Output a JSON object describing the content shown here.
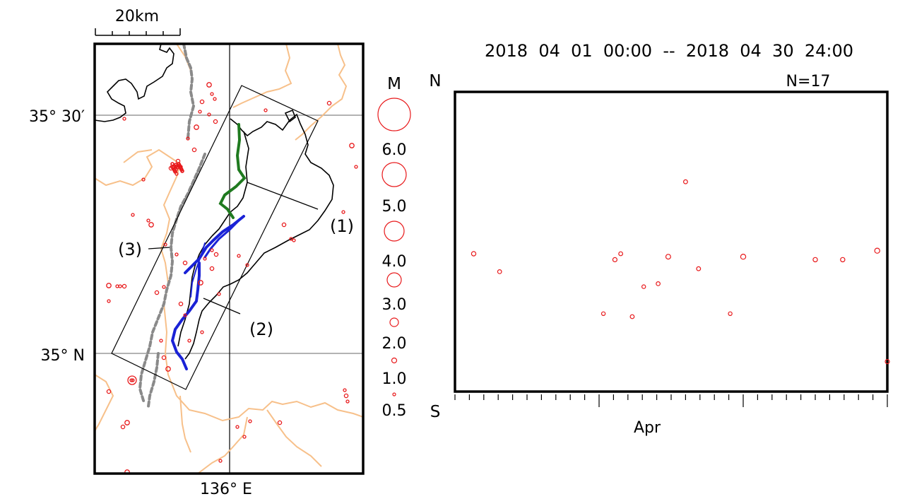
{
  "scale_bar": {
    "label": "20km"
  },
  "map": {
    "lat_labels": [
      "35° 30′",
      "35° N"
    ],
    "lon_labels": [
      "136° E"
    ],
    "line_labels": [
      "(1)",
      "(2)",
      "(3)"
    ]
  },
  "magnitude_legend": {
    "title": "M",
    "entries": [
      {
        "label": "6.0",
        "magnitude": 6.0
      },
      {
        "label": "5.0",
        "magnitude": 5.0
      },
      {
        "label": "4.0",
        "magnitude": 4.0
      },
      {
        "label": "3.0",
        "magnitude": 3.0
      },
      {
        "label": "2.0",
        "magnitude": 2.0
      },
      {
        "label": "1.0",
        "magnitude": 1.0
      },
      {
        "label": "0.5",
        "magnitude": 0.5
      }
    ]
  },
  "colors": {
    "quake": "#e8191b",
    "coast": "#000000",
    "border": "#f7c08a",
    "grid": "#9a9a9a",
    "fault_1": "#1f7a1f",
    "fault_2": "#1a22d6",
    "fault_3": "#8a8a8a"
  },
  "chart_data": {
    "type": "scatter",
    "title": "2018  04  01  00:00  --  2018  04  30  24:00",
    "top_label": "N",
    "bottom_label": "S",
    "count_label": "N=17",
    "x_tick_label": "Apr",
    "x_range": [
      "2018-04-01 00:00",
      "2018-04-30 24:00"
    ],
    "y_range": [
      "S",
      "N"
    ],
    "points": [
      {
        "day": 1.3,
        "pos": 0.46,
        "m": 1.2
      },
      {
        "day": 3.1,
        "pos": 0.4,
        "m": 1.0
      },
      {
        "day": 10.3,
        "pos": 0.26,
        "m": 0.9
      },
      {
        "day": 11.1,
        "pos": 0.44,
        "m": 1.1
      },
      {
        "day": 11.5,
        "pos": 0.46,
        "m": 1.0
      },
      {
        "day": 12.3,
        "pos": 0.25,
        "m": 1.0
      },
      {
        "day": 13.1,
        "pos": 0.35,
        "m": 0.9
      },
      {
        "day": 14.1,
        "pos": 0.36,
        "m": 1.0
      },
      {
        "day": 14.8,
        "pos": 0.45,
        "m": 1.4
      },
      {
        "day": 16.0,
        "pos": 0.7,
        "m": 1.0
      },
      {
        "day": 16.9,
        "pos": 0.41,
        "m": 1.0
      },
      {
        "day": 19.1,
        "pos": 0.26,
        "m": 0.9
      },
      {
        "day": 20.0,
        "pos": 0.45,
        "m": 1.5
      },
      {
        "day": 25.0,
        "pos": 0.44,
        "m": 1.2
      },
      {
        "day": 26.9,
        "pos": 0.44,
        "m": 1.2
      },
      {
        "day": 29.3,
        "pos": 0.47,
        "m": 1.5
      },
      {
        "day": 30.0,
        "pos": 0.1,
        "m": 1.1
      }
    ]
  }
}
